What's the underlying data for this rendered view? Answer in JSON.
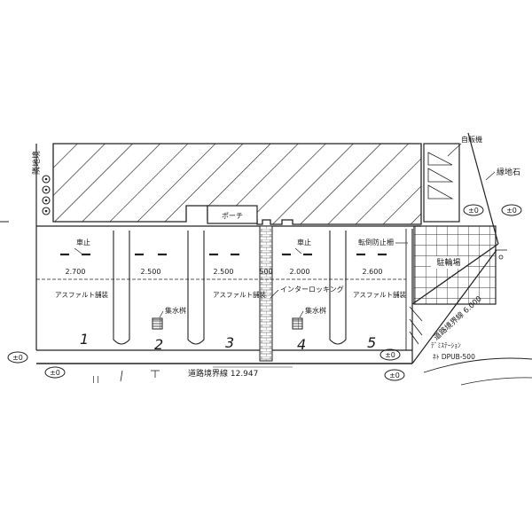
{
  "labels": {
    "neighbor_boundary": "隣地境",
    "porch": "ポーチ",
    "bike_parking": "駐輪場",
    "fall_prevention_fence": "転倒防止柵",
    "curb_stone": "縁地石",
    "road_boundary_line_bottom": "道路境界線 12.947",
    "road_boundary_line_right": "道路境界線 6.000",
    "interlocking": "インターロッキング",
    "drain_pit": "集水桝",
    "car_stop": "車止",
    "asphalt_paving": "アスファルト舗装",
    "equipment_top": "自販機",
    "dimmer_station_1": "ﾃﾞﾐｽﾃｰｼｮﾝ",
    "dimmer_station_2": "ﾈﾄ DPUB-500",
    "level_mark": "±0",
    "bottom_fragment": "| |"
  },
  "dimensions": [
    "2.700",
    "2.500",
    "2.500",
    "500",
    "2.000",
    "2.600"
  ],
  "bay_numbers": [
    "1",
    "2",
    "3",
    "4",
    "5"
  ],
  "colors": {
    "line": "#222222",
    "background": "#ffffff"
  }
}
